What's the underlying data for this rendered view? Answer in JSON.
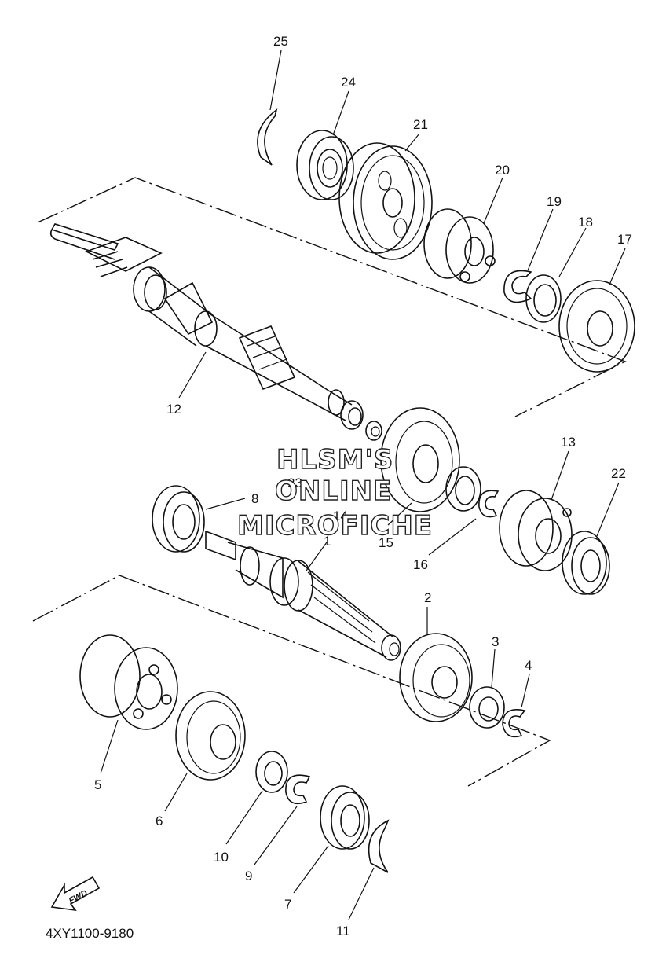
{
  "diagram": {
    "part_code": "4XY1100-9180",
    "direction_label": "FWD",
    "watermark": [
      "HLSM'S",
      "ONLINE",
      "MICROFICHE"
    ],
    "callouts": [
      "1",
      "2",
      "3",
      "4",
      "5",
      "6",
      "7",
      "8",
      "9",
      "10",
      "11",
      "12",
      "13",
      "14",
      "15",
      "16",
      "17",
      "18",
      "19",
      "20",
      "21",
      "22",
      "23",
      "24",
      "25"
    ]
  },
  "colors": {
    "ink": "#111111",
    "paper": "#ffffff"
  }
}
